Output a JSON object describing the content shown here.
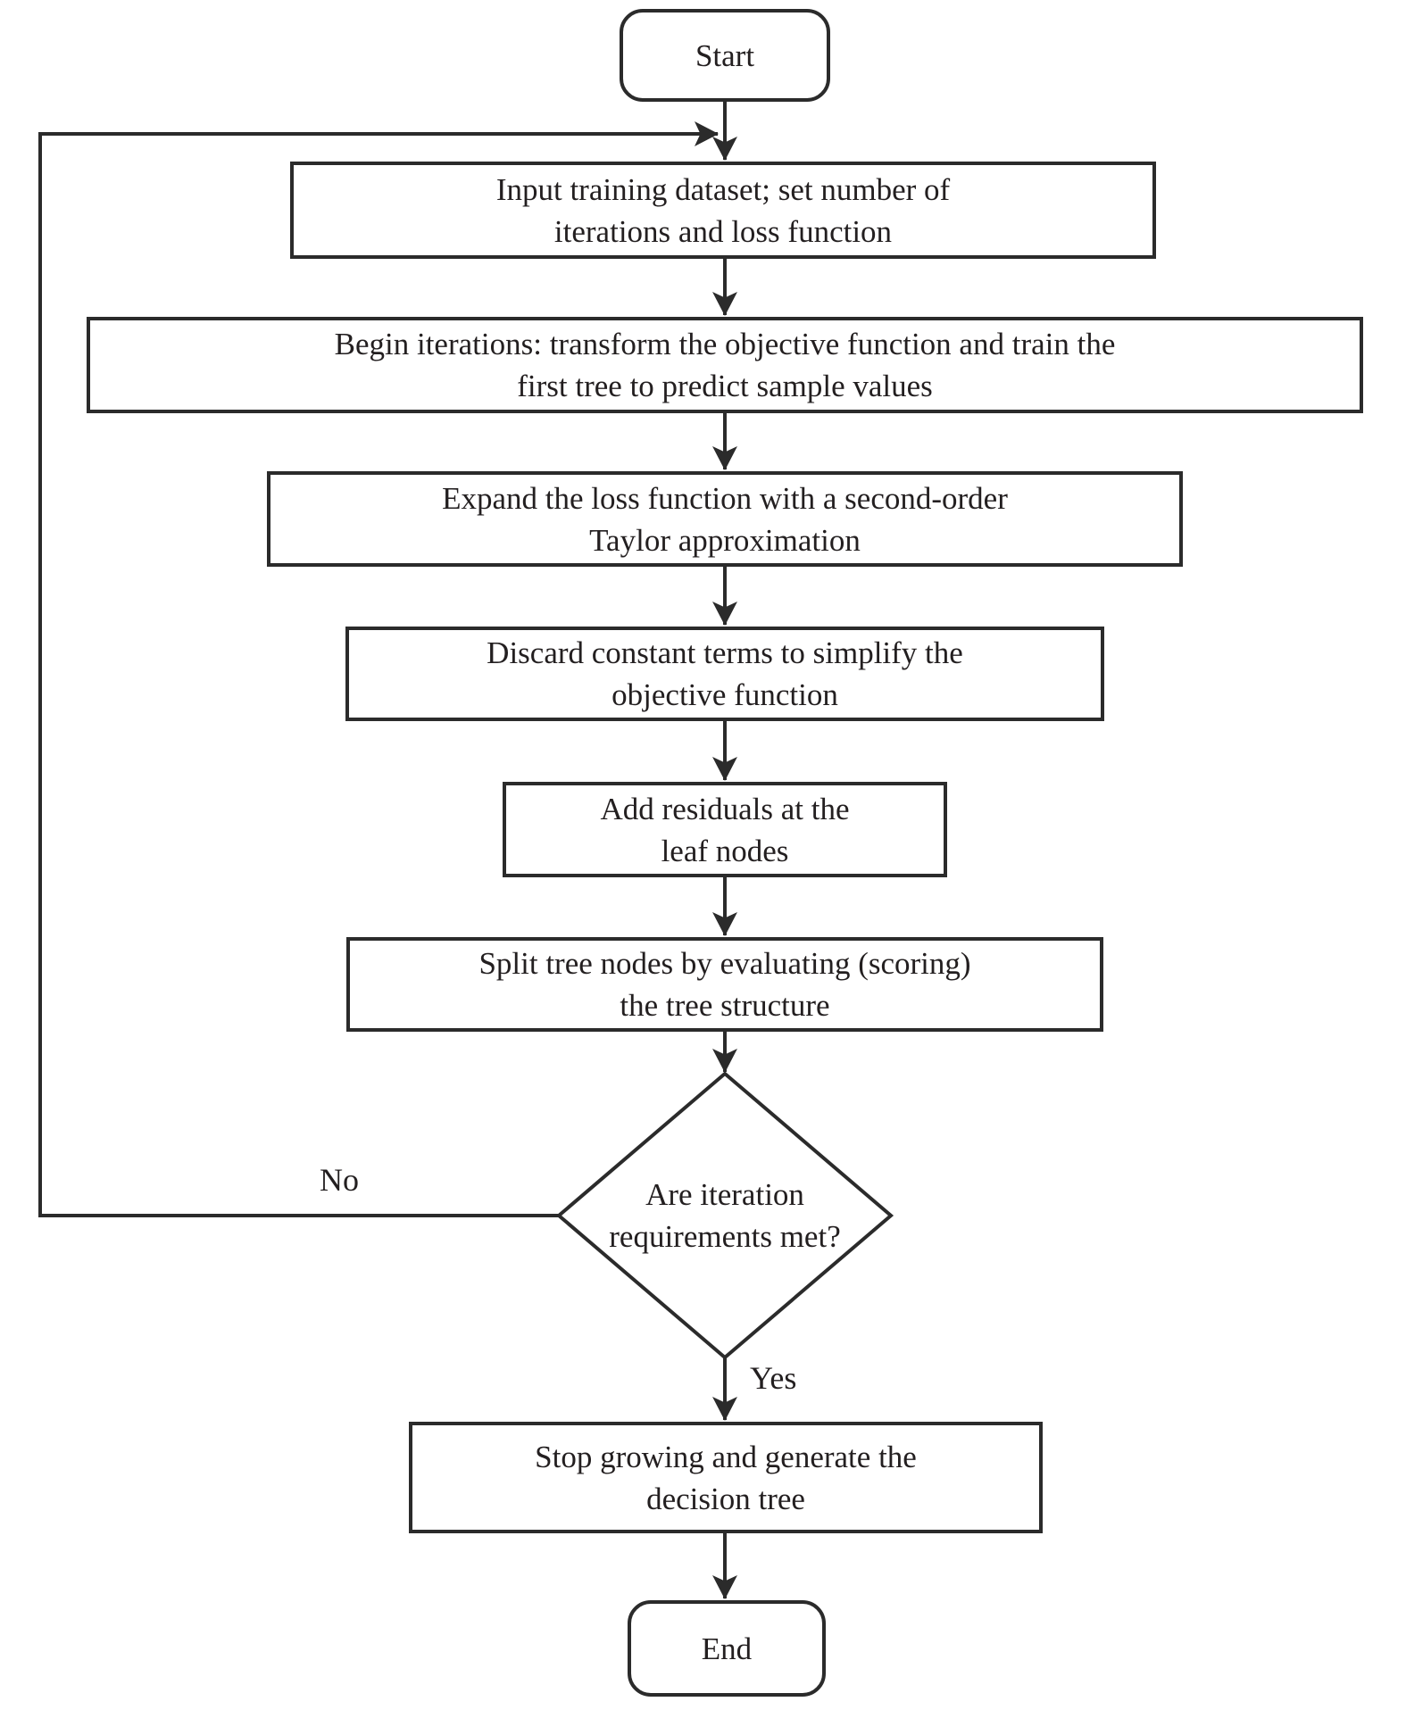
{
  "flowchart": {
    "start": {
      "label": "Start"
    },
    "steps": [
      {
        "name": "input-dataset",
        "lines": [
          "Input training dataset; set number of",
          "iterations and loss function"
        ]
      },
      {
        "name": "begin-iterations",
        "lines": [
          "Begin iterations: transform the objective function and train the",
          "first tree to predict sample values"
        ]
      },
      {
        "name": "taylor-expansion",
        "lines": [
          "Expand the loss function with a second-order",
          "Taylor approximation"
        ]
      },
      {
        "name": "discard-constants",
        "lines": [
          "Discard constant terms to simplify the",
          "objective function"
        ]
      },
      {
        "name": "add-residuals",
        "lines": [
          "Add residuals at the",
          "leaf nodes"
        ]
      },
      {
        "name": "split-nodes",
        "lines": [
          "Split tree nodes by evaluating (scoring)",
          "the tree structure"
        ]
      }
    ],
    "decision": {
      "name": "iteration-check",
      "lines": [
        "Are iteration",
        "requirements met?"
      ]
    },
    "branch_labels": {
      "no": "No",
      "yes": "Yes"
    },
    "stop": {
      "lines": [
        "Stop growing and generate the",
        "decision tree"
      ]
    },
    "end": {
      "label": "End"
    },
    "colors": {
      "stroke": "#2b2b2b",
      "text": "#231f20",
      "background": "#ffffff",
      "node_fill": "#ffffff"
    }
  }
}
